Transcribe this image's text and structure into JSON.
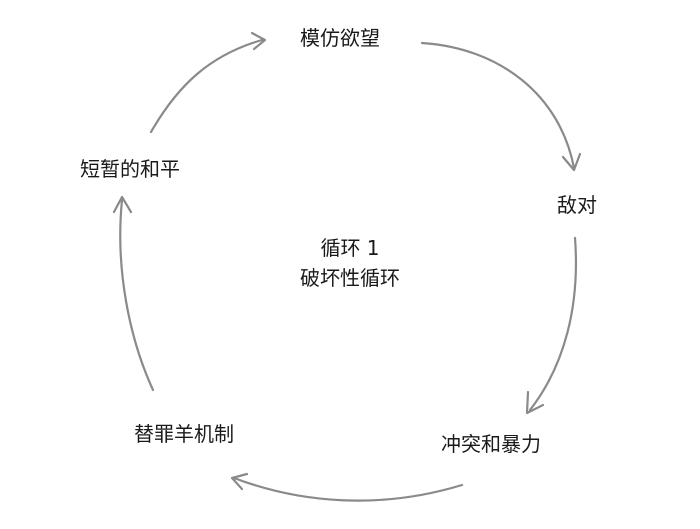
{
  "diagram": {
    "center": {
      "line1": "循环 1",
      "line2": "破坏性循环"
    },
    "nodes": {
      "top": "模仿欲望",
      "right": "敌对",
      "bottom_right": "冲突和暴力",
      "bottom_left": "替罪羊机制",
      "left": "短暂的和平"
    },
    "arrow_color": "#8a8a8a",
    "text_color": "#1a1a1a"
  }
}
